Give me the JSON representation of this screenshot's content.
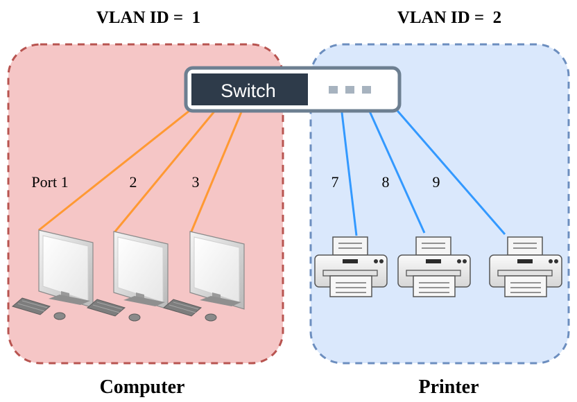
{
  "vlans": [
    {
      "id_label": "VLAN ID =  1",
      "group_label": "Computer",
      "fill": "#f5c6c6",
      "border": "#b85450"
    },
    {
      "id_label": "VLAN ID =  2",
      "group_label": "Printer",
      "fill": "#dae8fc",
      "border": "#6c8ebf"
    }
  ],
  "switch": {
    "label": "Switch",
    "dark": "#2e3b4a",
    "frame": "#6d7f91"
  },
  "ports": {
    "computer": [
      "Port 1",
      "2",
      "3"
    ],
    "printer": [
      "7",
      "8",
      "9"
    ]
  },
  "link_colors": {
    "computer": "#ff9933",
    "printer": "#3399ff"
  },
  "devices": {
    "computer": [
      "computer-icon",
      "computer-icon",
      "computer-icon"
    ],
    "printer": [
      "printer-icon",
      "printer-icon",
      "printer-icon"
    ]
  }
}
